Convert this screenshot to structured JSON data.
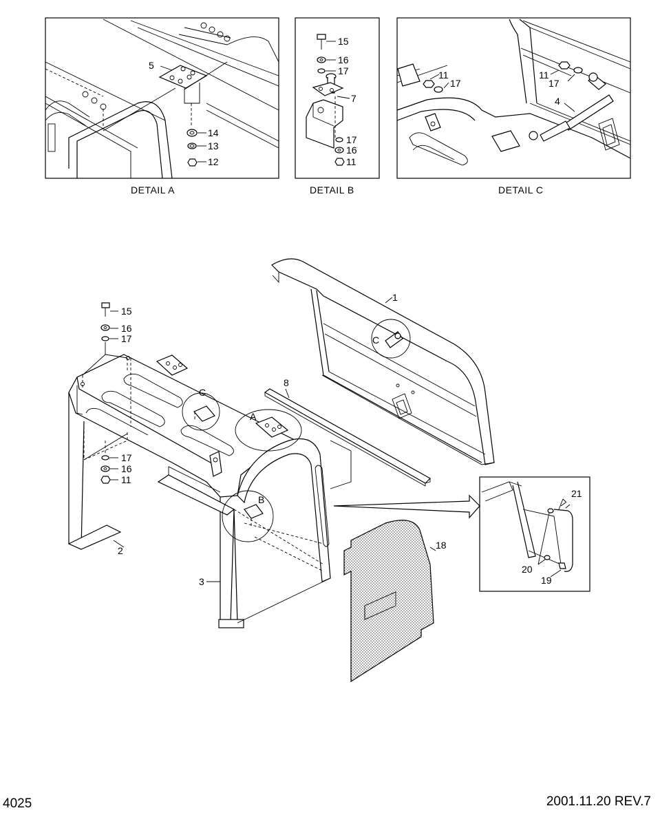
{
  "details": {
    "a": {
      "caption": "DETAIL  A",
      "labels": [
        "5",
        "14",
        "13",
        "12"
      ]
    },
    "b": {
      "caption": "DETAIL  B",
      "labels": [
        "15",
        "16",
        "17",
        "7",
        "17",
        "16",
        "11"
      ]
    },
    "c": {
      "caption": "DETAIL C",
      "labels": [
        "11",
        "17",
        "11",
        "17",
        "4"
      ]
    }
  },
  "main": {
    "callouts": {
      "p1": "1",
      "p2": "2",
      "p3": "3",
      "p8": "8",
      "p18": "18",
      "p15": "15",
      "p16a": "16",
      "p17a": "17",
      "p17b": "17",
      "p16b": "16",
      "p11": "11",
      "circA": "A",
      "circB": "B",
      "circC1": "C",
      "circC2": "C"
    },
    "inset": {
      "labels": [
        "21",
        "20",
        "19"
      ]
    }
  },
  "footer": {
    "page_number": "4025",
    "revision": "2001.11.20 REV.7"
  }
}
